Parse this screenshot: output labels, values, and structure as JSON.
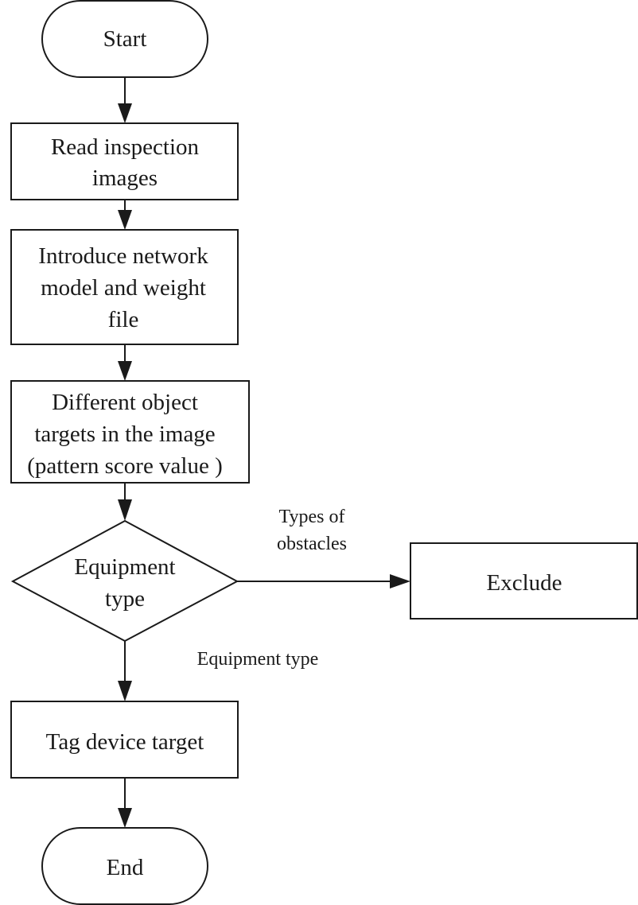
{
  "nodes": {
    "start": {
      "label": "Start"
    },
    "read": {
      "lines": [
        "Read inspection",
        "images"
      ]
    },
    "introduce": {
      "lines": [
        "Introduce network",
        "model and weight",
        "file"
      ]
    },
    "detect": {
      "lines": [
        "Different object",
        "targets in the image",
        "(pattern score value )"
      ]
    },
    "decision": {
      "lines": [
        "Equipment",
        "type"
      ]
    },
    "exclude": {
      "label": "Exclude"
    },
    "tag": {
      "label": "Tag device target"
    },
    "end": {
      "label": "End"
    }
  },
  "edges": {
    "to_exclude": {
      "lines": [
        "Types of",
        "obstacles"
      ]
    },
    "to_tag": {
      "label": "Equipment type"
    }
  }
}
